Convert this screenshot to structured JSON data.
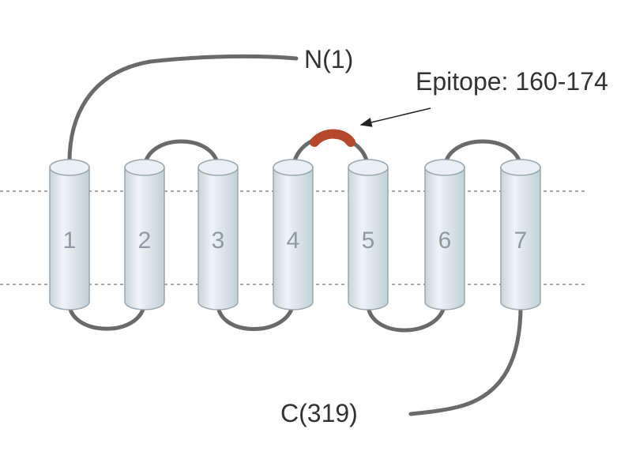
{
  "labels": {
    "n_terminus": "N(1)",
    "c_terminus": "C(319)",
    "epitope": "Epitope: 160-174"
  },
  "helices": [
    "1",
    "2",
    "3",
    "4",
    "5",
    "6",
    "7"
  ],
  "colors": {
    "helix_fill": "#dfe8ed",
    "helix_stroke": "#9aa7b0",
    "loop": "#6a6a6a",
    "epitope": "#b5472a",
    "membrane_line": "#888888",
    "text": "#333333"
  }
}
